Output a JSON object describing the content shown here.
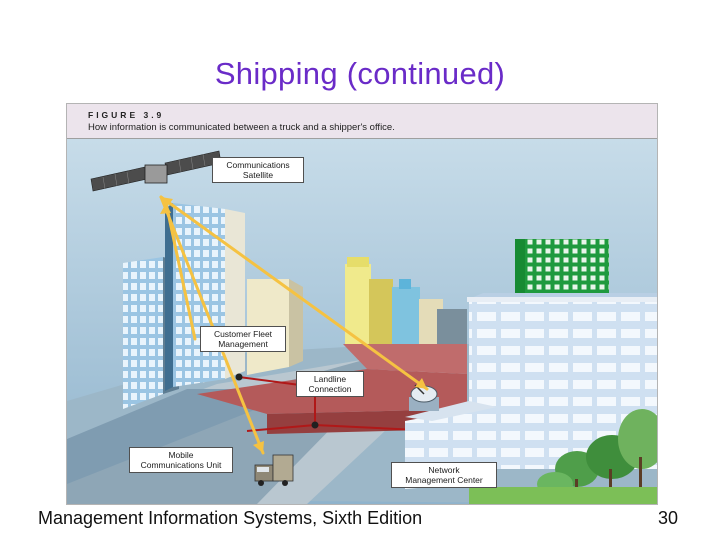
{
  "slide": {
    "title": "Shipping (continued)",
    "footer_text": "Management Information Systems, Sixth Edition",
    "page_number": "30"
  },
  "figure": {
    "number": "FIGURE 3.9",
    "caption": "How information is communicated between a truck and a shipper's office.",
    "labels": {
      "satellite": [
        "Communications",
        "Satellite"
      ],
      "fleet": [
        "Customer Fleet",
        "Management"
      ],
      "landline": [
        "Landline",
        "Connection"
      ],
      "mobile": [
        "Mobile",
        "Communications Unit"
      ],
      "network": [
        "Network",
        "Management Center"
      ]
    },
    "colors": {
      "signal_path": "#f5c242",
      "landline_cable": "#b01818",
      "title": "#6a2bc8"
    }
  }
}
